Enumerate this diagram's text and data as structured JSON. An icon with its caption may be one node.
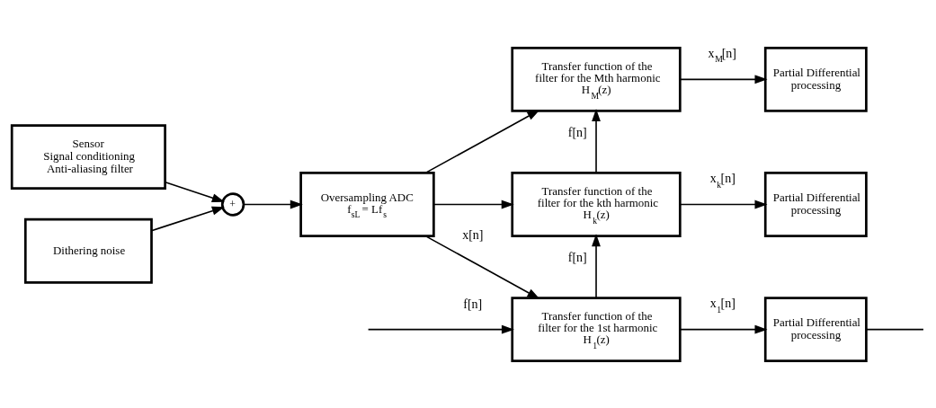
{
  "diagram": {
    "nodes": [
      {
        "text": [
          "Sensor",
          "Signal conditioning",
          "Anti-aliasing filter"
        ]
      },
      {
        "text": [
          "+"
        ]
      },
      {
        "text": [
          "Dithering noise"
        ]
      },
      {
        "text": [
          "Oversampling ADC",
          "f$_{sL}$ = Lf$_{s}$"
        ]
      },
      {
        "text": [
          "Transfer function of the filter for the Mth harmonic",
          "H$_{M}$(z)"
        ]
      },
      {
        "text": [
          "Partial Differential processing"
        ]
      },
      {
        "text": [
          "Transfer function of the filter for the kth harmonic",
          "H$_{k}$(z)"
        ]
      },
      {
        "text": [
          "Partial Differential processing"
        ]
      },
      {
        "text": [
          "Transfer function of the filter for the 1st harmonic",
          "H$_{1}$(z)"
        ]
      },
      {
        "text": [
          "Partial Differential processing"
        ]
      }
    ],
    "edges": [
      {
        "from": 0,
        "to": 1,
        "arrow": "to"
      },
      {
        "from": 2,
        "to": 1,
        "arrow": "to"
      },
      {
        "from": 1,
        "to": 3,
        "arrow": "to"
      },
      {
        "from": 3,
        "to": 4,
        "arrow": "to"
      },
      {
        "from": 3,
        "to": 6,
        "arrow": "to"
      },
      {
        "from": 3,
        "to": 8,
        "arrow": "to",
        "label": "x[n]"
      },
      {
        "from": 8,
        "to": 6,
        "arrow": "to",
        "label": "f[n]"
      },
      {
        "from": 6,
        "to": 4,
        "arrow": "to",
        "label": "f[n]"
      },
      {
        "from": null,
        "to": 8,
        "arrow": "to",
        "label": "f[n]"
      },
      {
        "from": 4,
        "to": 5,
        "arrow": "to",
        "label": "x$_{M}$[n]"
      },
      {
        "from": 6,
        "to": 7,
        "arrow": "to",
        "label": "x$_{k}$[n]"
      },
      {
        "from": 8,
        "to": 9,
        "arrow": "to",
        "label": "x$_{1}$[n]"
      },
      {
        "from": 9,
        "to": null,
        "arrow": "none"
      }
    ]
  }
}
